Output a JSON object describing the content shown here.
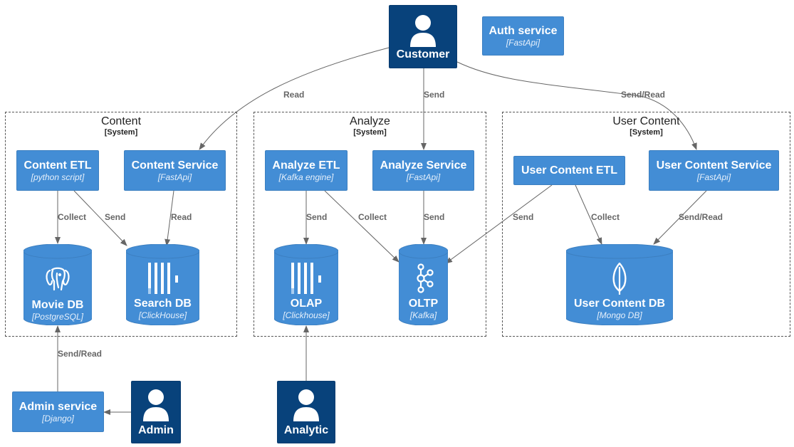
{
  "systems": {
    "content": {
      "title": "Content",
      "subtitle": "[System]"
    },
    "analyze": {
      "title": "Analyze",
      "subtitle": "[System]"
    },
    "user_content": {
      "title": "User Content",
      "subtitle": "[System]"
    }
  },
  "persons": {
    "customer": {
      "name": "Customer"
    },
    "admin": {
      "name": "Admin"
    },
    "analytic": {
      "name": "Analytic"
    }
  },
  "containers": {
    "auth_service": {
      "name": "Auth service",
      "tech": "[FastApi]"
    },
    "content_etl": {
      "name": "Content ETL",
      "tech": "[python script]"
    },
    "content_service": {
      "name": "Content Service",
      "tech": "[FastApi]"
    },
    "analyze_etl": {
      "name": "Analyze ETL",
      "tech": "[Kafka engine]"
    },
    "analyze_service": {
      "name": "Analyze Service",
      "tech": "[FastApi]"
    },
    "user_content_etl": {
      "name": "User Content ETL"
    },
    "user_content_service": {
      "name": "User Content Service",
      "tech": "[FastApi]"
    },
    "admin_service": {
      "name": "Admin service",
      "tech": "[Django]"
    }
  },
  "databases": {
    "movie_db": {
      "name": "Movie DB",
      "tech": "[PostgreSQL]",
      "icon": "postgresql-elephant-icon"
    },
    "search_db": {
      "name": "Search DB",
      "tech": "[ClickHouse]",
      "icon": "clickhouse-bars-icon"
    },
    "olap": {
      "name": "OLAP",
      "tech": "[Clickhouse]",
      "icon": "clickhouse-bars-icon"
    },
    "oltp": {
      "name": "OLTP",
      "tech": "[Kafka]",
      "icon": "kafka-nodes-icon"
    },
    "user_content_db": {
      "name": "User Content DB",
      "tech": "[Mongo DB]",
      "icon": "mongodb-leaf-icon"
    }
  },
  "edges": {
    "customer_content_service": "Read",
    "customer_analyze_service": "Send",
    "customer_user_content_service": "Send/Read",
    "content_etl_movie_db": "Collect",
    "content_etl_search_db": "Send",
    "content_service_search_db": "Read",
    "analyze_etl_olap": "Send",
    "analyze_etl_oltp": "Collect",
    "analyze_service_oltp": "Send",
    "user_content_etl_oltp": "Send",
    "user_content_etl_db": "Collect",
    "user_content_service_db": "Send/Read",
    "admin_service_movie_db": "Send/Read"
  },
  "colors": {
    "person": "#08427b",
    "container": "#438dd5",
    "edge": "#666666",
    "boundary": "#555555"
  }
}
